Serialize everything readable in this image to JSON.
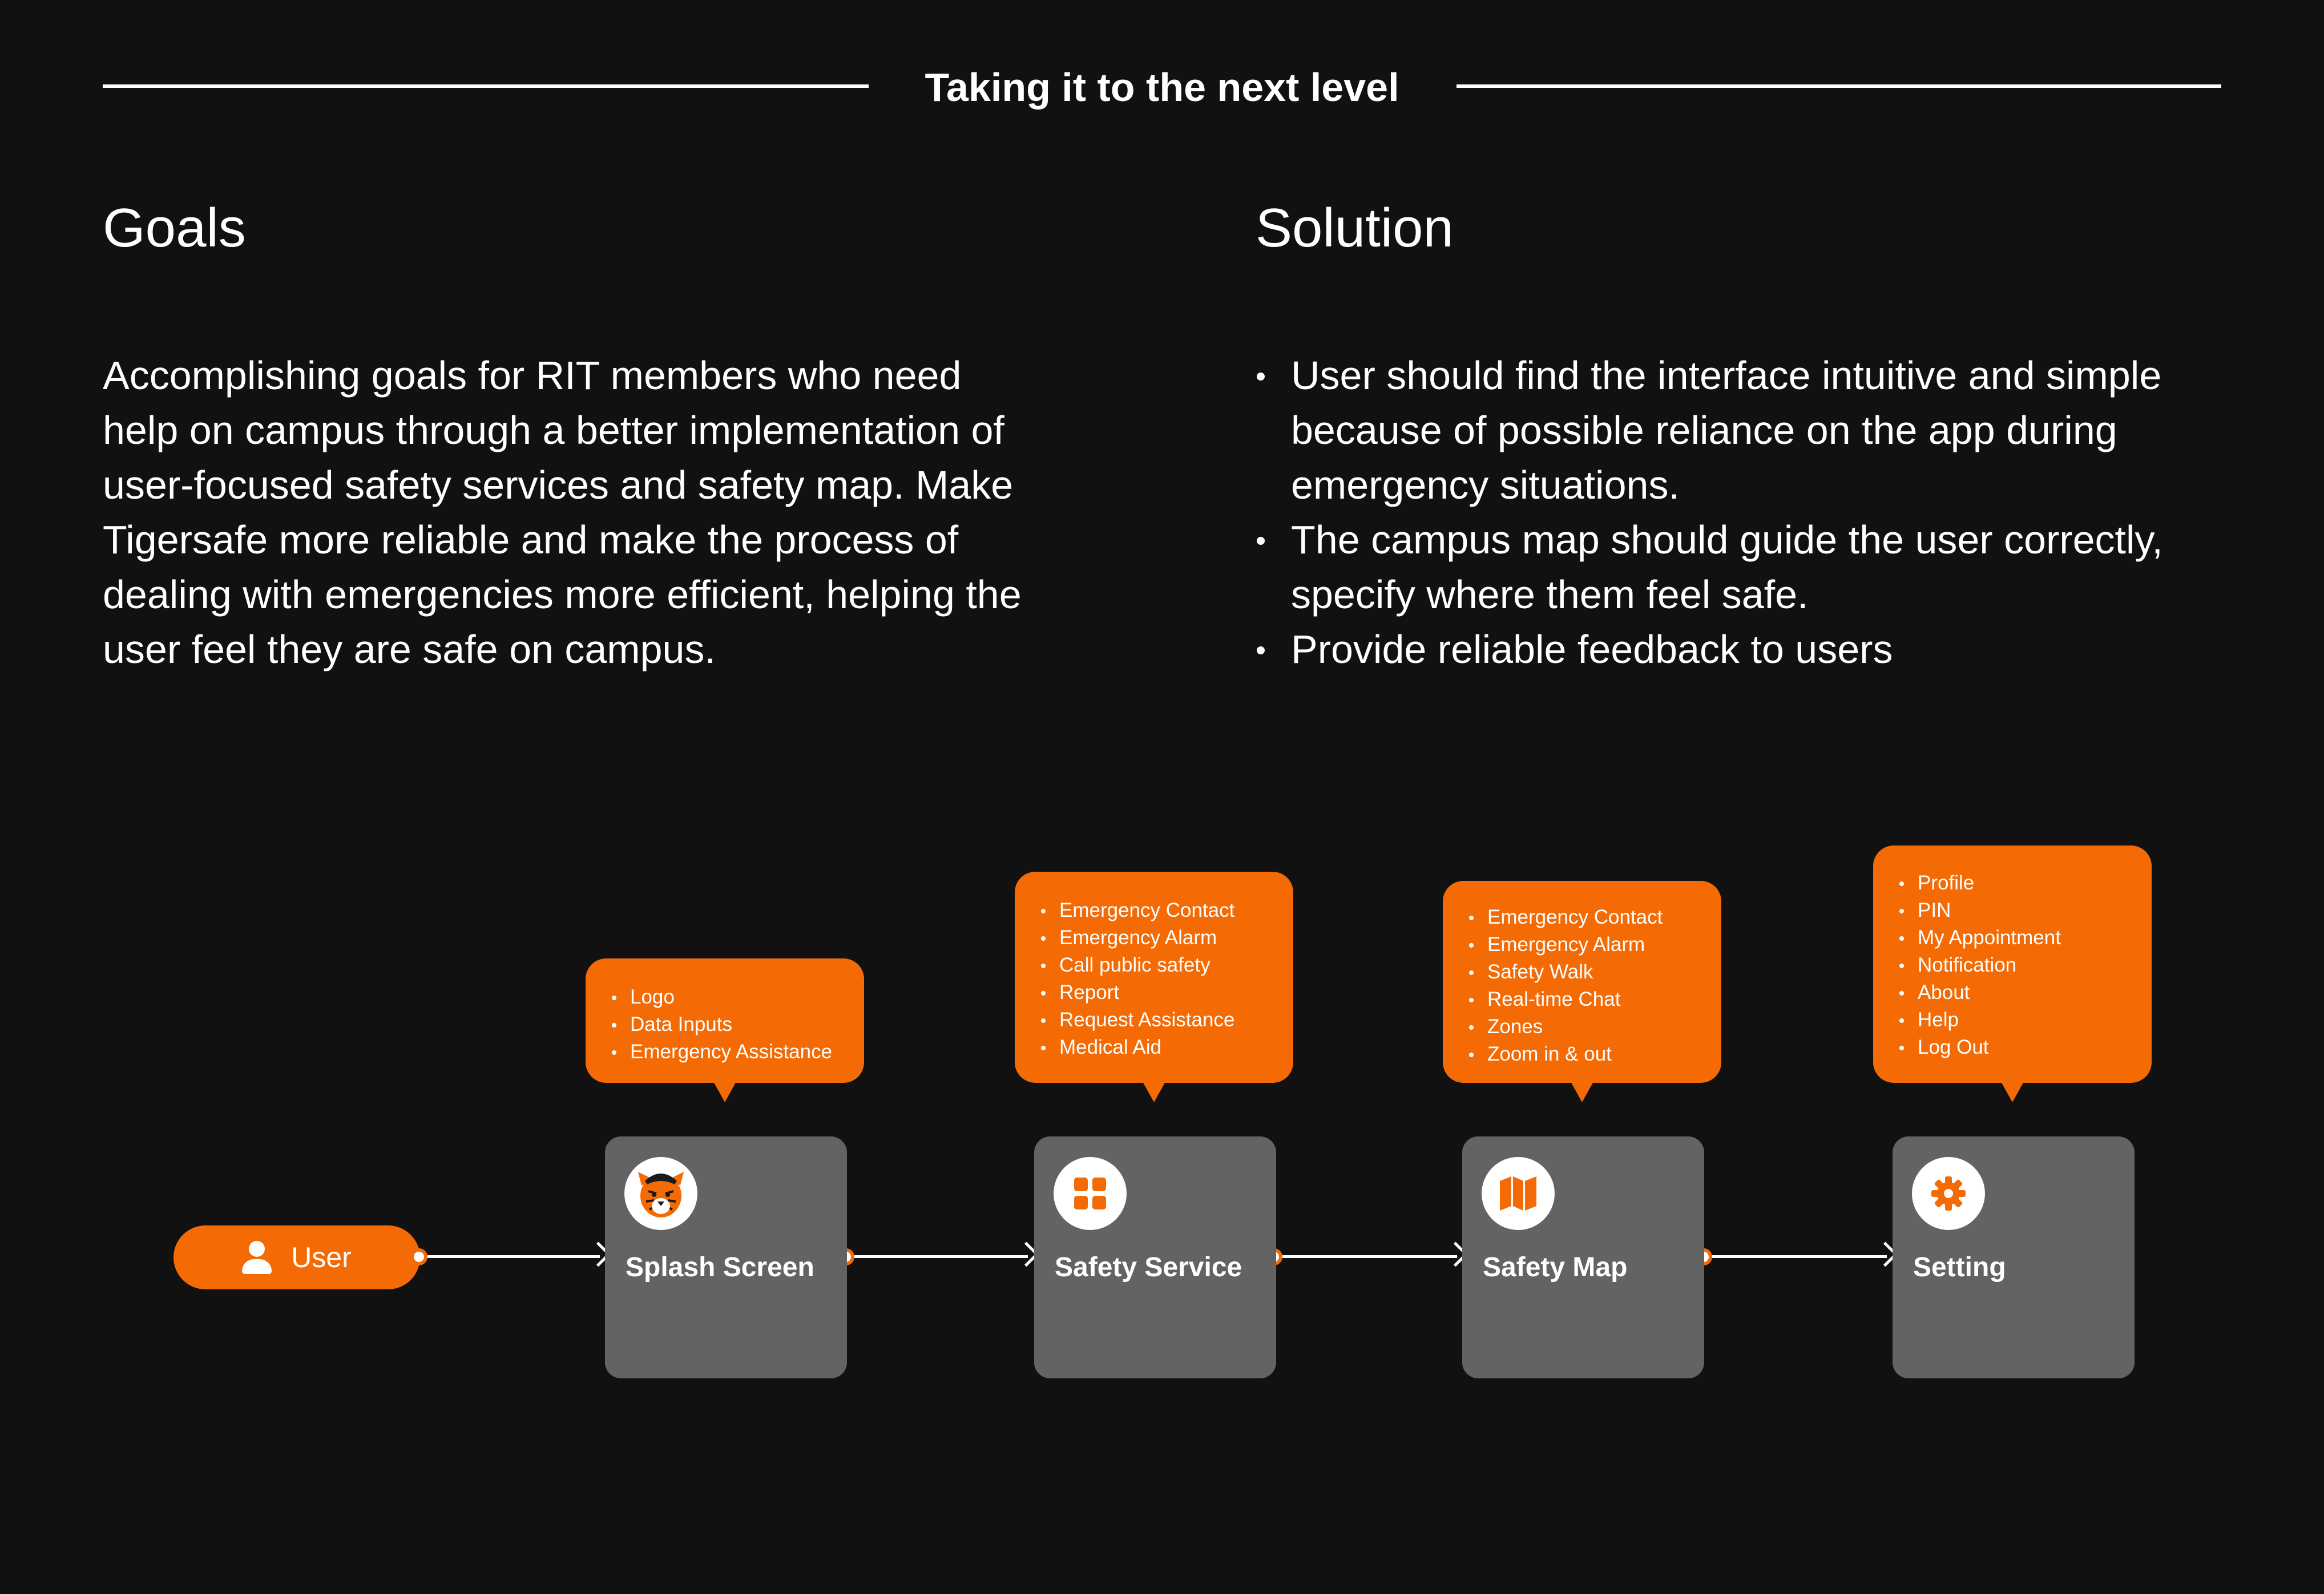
{
  "header": {
    "title": "Taking it to the next level"
  },
  "goals": {
    "heading": "Goals",
    "text": "Accomplishing goals for RIT members who need help on campus through a better implementation of user-focused safety services and safety map. Make Tigersafe more reliable and make the process of dealing with emergencies more efficient, helping the user feel they are safe on campus."
  },
  "solution": {
    "heading": "Solution",
    "items": [
      "User should find the interface intuitive and simple because of possible reliance on the app during emergency situations.",
      "The campus map should guide the user correctly, specify where them feel safe.",
      "Provide reliable feedback to users"
    ]
  },
  "flow": {
    "start": {
      "label": "User",
      "icon": "user-icon"
    },
    "nodes": [
      {
        "label": "Splash Screen",
        "icon": "tiger-logo-icon",
        "features": [
          "Logo",
          "Data Inputs",
          "Emergency Assistance"
        ]
      },
      {
        "label": "Safety Service",
        "icon": "grid-icon",
        "features": [
          "Emergency Contact",
          "Emergency Alarm",
          "Call public safety",
          "Report",
          "Request Assistance",
          "Medical Aid"
        ]
      },
      {
        "label": "Safety Map",
        "icon": "map-icon",
        "features": [
          "Emergency Contact",
          "Emergency Alarm",
          "Safety Walk",
          "Real-time Chat",
          "Zones",
          "Zoom in & out"
        ]
      },
      {
        "label": "Setting",
        "icon": "gear-icon",
        "features": [
          "Profile",
          "PIN",
          "My Appointment",
          "Notification",
          "About",
          "Help",
          "Log Out"
        ]
      }
    ]
  },
  "colors": {
    "background": "#111111",
    "accent": "#f46b06",
    "node": "#636363",
    "text": "#ffffff"
  }
}
